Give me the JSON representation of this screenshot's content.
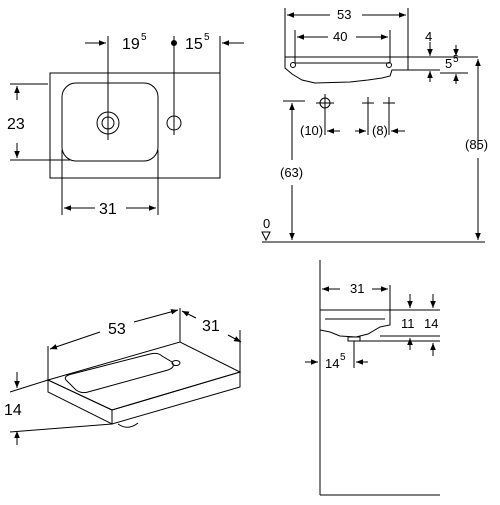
{
  "front_view": {
    "dim_width_left": "19",
    "dim_width_left_sup": "5",
    "dim_width_right": "15",
    "dim_width_right_sup": "5",
    "dim_height": "23",
    "dim_bowl_width": "31"
  },
  "side_view": {
    "dim_total": "53",
    "dim_inner": "40",
    "dim_rim": "4",
    "dim_rim2": "5",
    "dim_rim2_sup": "5",
    "dim_left_offset": "(10)",
    "dim_right_offset": "(8)",
    "dim_install_height": "(63)",
    "dim_total_height": "(85)",
    "floor_label": "0"
  },
  "perspective_view": {
    "dim_length": "53",
    "dim_depth": "31",
    "dim_height": "14"
  },
  "wall_view": {
    "dim_depth": "31",
    "dim_inner_height": "11",
    "dim_height": "14",
    "dim_drain": "14",
    "dim_drain_sup": "5"
  }
}
